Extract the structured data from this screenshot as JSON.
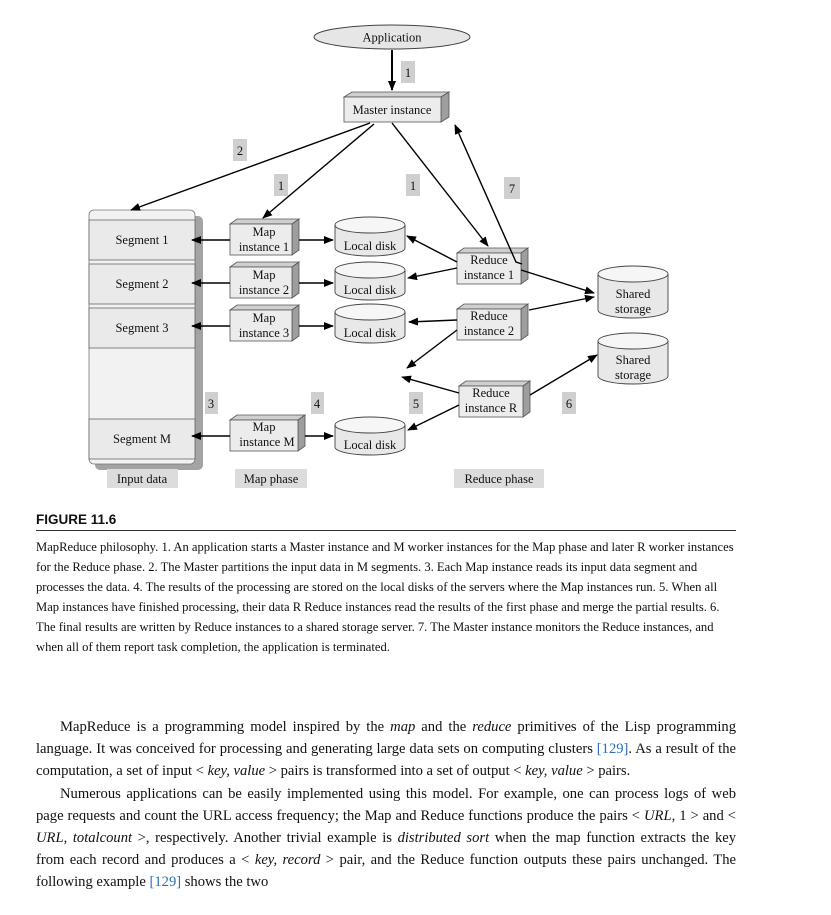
{
  "figure": {
    "application_label": "Application",
    "master_label": "Master instance",
    "segments": [
      "Segment 1",
      "Segment 2",
      "Segment 3",
      "Segment M"
    ],
    "map_instances": [
      [
        "Map",
        "instance 1"
      ],
      [
        "Map",
        "instance 2"
      ],
      [
        "Map",
        "instance 3"
      ],
      [
        "Map",
        "instance M"
      ]
    ],
    "local_disk_label": "Local disk",
    "reduce_instances": [
      [
        "Reduce",
        "instance 1"
      ],
      [
        "Reduce",
        "instance 2"
      ],
      [
        "Reduce",
        "instance R"
      ]
    ],
    "shared_storage": [
      "Shared",
      "storage"
    ],
    "step_numbers": [
      "1",
      "2",
      "1",
      "1",
      "7",
      "3",
      "4",
      "5",
      "6"
    ],
    "input_data_label": "Input data",
    "map_phase_label": "Map phase",
    "reduce_phase_label": "Reduce phase"
  },
  "caption": {
    "figure_number": "FIGURE 11.6",
    "text": "MapReduce philosophy. 1. An application starts a Master instance and M worker instances for the Map phase and later R worker instances for the Reduce phase. 2. The Master partitions the input data in M segments. 3. Each Map instance reads its input data segment and processes the data. 4. The results of the processing are stored on the local disks of the servers where the Map instances run. 5. When all Map instances have finished processing, their data R Reduce instances read the results of the first phase and merge the partial results. 6. The final results are written by Reduce instances to a shared storage server. 7. The Master instance monitors the Reduce instances, and when all of them report task completion, the application is terminated."
  },
  "body": {
    "p1": {
      "a": "MapReduce is a programming model inspired by the ",
      "map": "map",
      "b": " and the ",
      "reduce": "reduce",
      "c": " primitives of the Lisp programming language. It was conceived for processing and generating large data sets on computing clusters ",
      "cite": "[129]",
      "d": ". As a result of the computation, a set of input < ",
      "kv": "key, value",
      "e": " > pairs is transformed into a set of output < ",
      "kv2": "key, value",
      "f": " > pairs."
    },
    "p2": {
      "a": "Numerous applications can be easily implemented using this model. For example, one can process logs of web page requests and count the URL access frequency; the Map and Reduce functions produce the pairs < ",
      "url1": "URL",
      "b": ", 1 > and < ",
      "url2": "URL",
      "c": ", ",
      "tc": "totalcount",
      "d": " >, respectively. Another trivial example is ",
      "ds": "distributed sort",
      "e": " when the map function extracts the key from each record and produces a < ",
      "kr": "key, record",
      "f": " > pair, and the Reduce function outputs these pairs unchanged. The following example ",
      "cite": "[129]",
      "g": " shows the two"
    }
  }
}
